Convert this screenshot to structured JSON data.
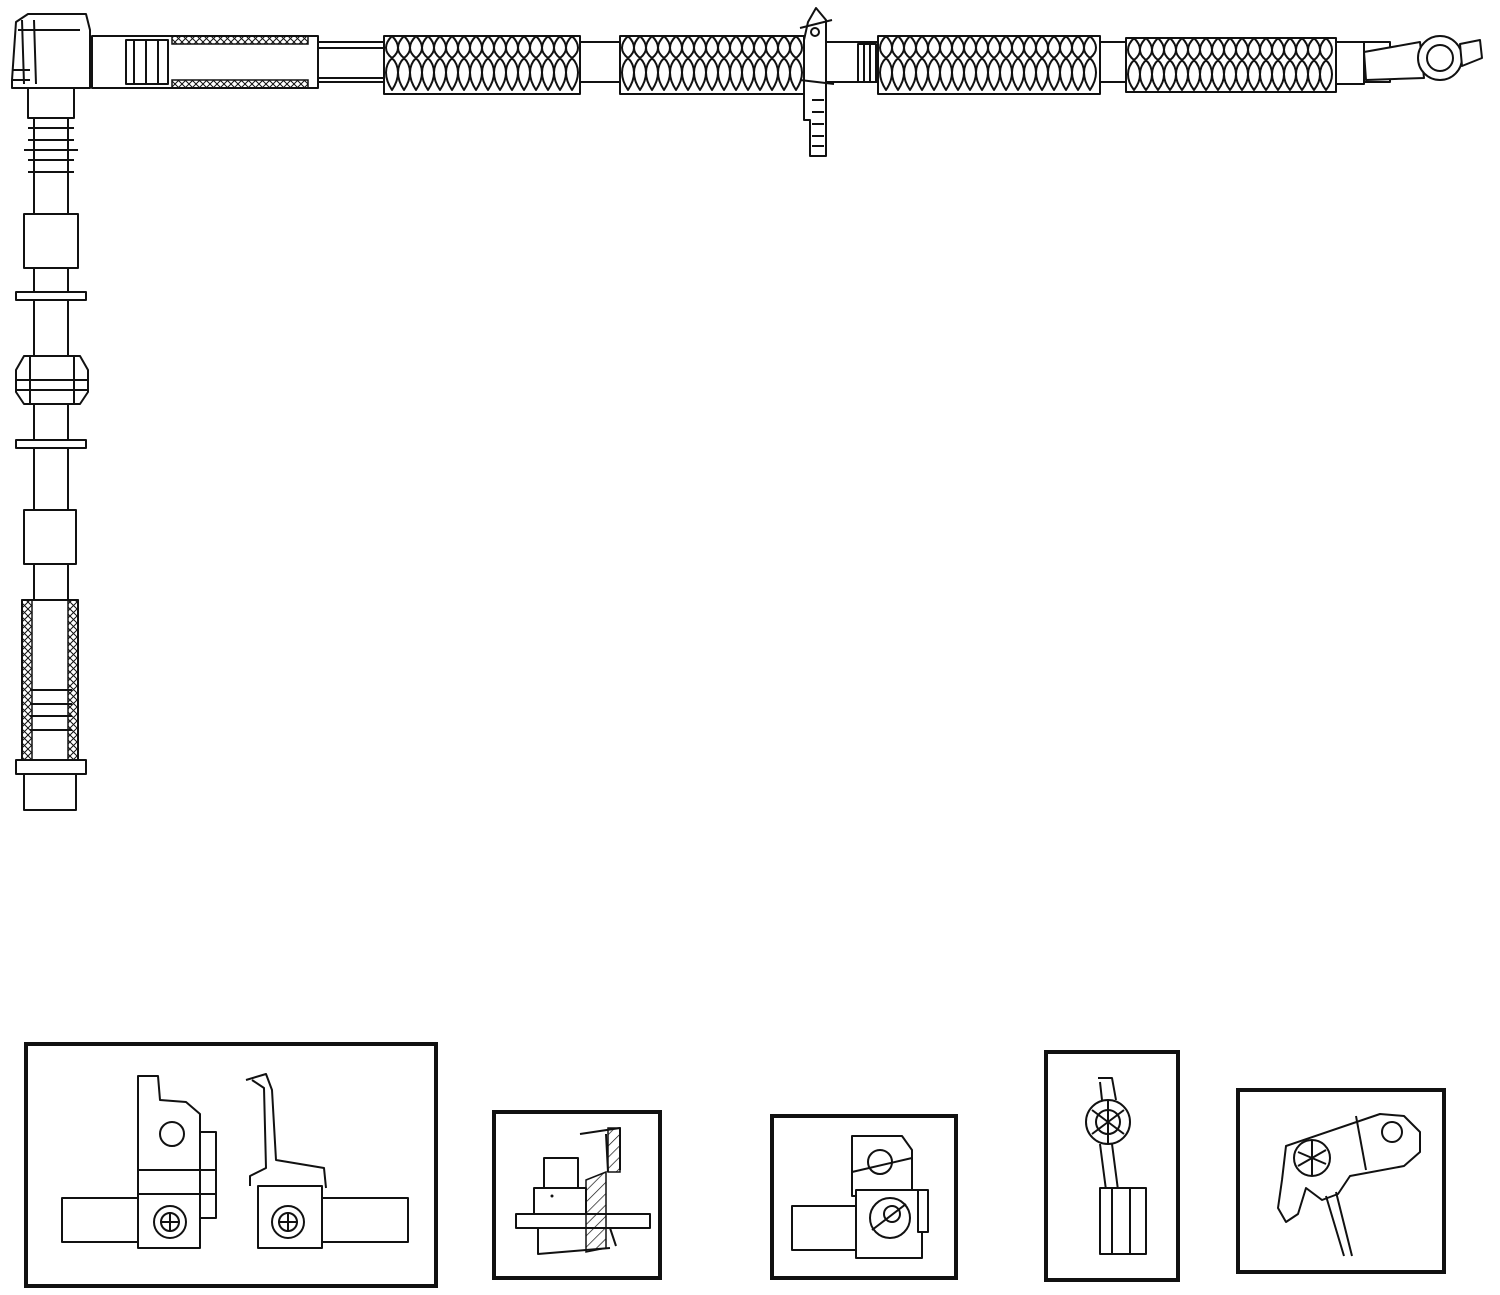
{
  "diagram": {
    "kind": "technical-line-drawing",
    "subject": "brake-hose-assembly",
    "line_color": "#111111",
    "background": "#ffffff",
    "detail_views": [
      {
        "name": "detail-bracket-pair",
        "icon": "bracket-pair-icon"
      },
      {
        "name": "detail-section",
        "icon": "section-view-icon"
      },
      {
        "name": "detail-block-fitting",
        "icon": "block-fitting-icon"
      },
      {
        "name": "detail-hose-clip",
        "icon": "hose-clip-icon"
      },
      {
        "name": "detail-mount-plate",
        "icon": "mount-plate-icon"
      }
    ]
  }
}
